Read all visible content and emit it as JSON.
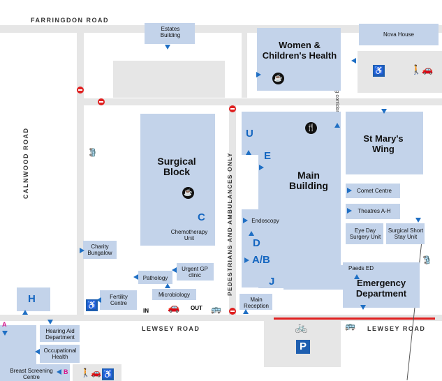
{
  "roads": {
    "farringdon": "FARRINGDON ROAD",
    "calnwood": "CALNWOOD ROAD",
    "lewsey_left": "LEWSEY ROAD",
    "lewsey_right": "LEWSEY ROAD",
    "pedestrians": "PEDESTRIANS AND AMBULANCES ONLY",
    "connecting": "connecting corridor"
  },
  "buildings": {
    "estates": "Estates Building",
    "women": "Women & Children's Health",
    "nova": "Nova House",
    "surgical": "Surgical Block",
    "main": "Main Building",
    "st_marys": "St Mary's Wing",
    "emergency": "Emergency Department",
    "comet": "Comet Centre",
    "theatres": "Theatres A-H",
    "eye_day": "Eye Day Surgery Unit",
    "surgical_short": "Surgical Short Stay Unit",
    "paeds": "Paeds ED",
    "endoscopy": "Endoscopy",
    "chemotherapy": "Chemotherapy Unit",
    "charity": "Charity Bungalow",
    "pathology": "Pathology",
    "urgent_gp": "Urgent GP clinic",
    "microbiology": "Microbiology",
    "fertility": "Fertility Centre",
    "main_reception": "Main Reception",
    "hearing": "Hearing Aid Department",
    "occupational": "Occupational Health",
    "breast": "Breast Screening Centre"
  },
  "letters": {
    "u": "U",
    "e": "E",
    "c": "C",
    "d": "D",
    "ab": "A/B",
    "j": "J",
    "h": "H",
    "a": "A",
    "b": "B"
  },
  "labels": {
    "in": "IN",
    "out": "OUT",
    "parking": "P"
  },
  "colors": {
    "building": "#c3d3ea",
    "road": "#e6e6e6",
    "accent": "#1f6fc4",
    "no_entry": "#e02020",
    "marker_pink": "#d6168c"
  }
}
